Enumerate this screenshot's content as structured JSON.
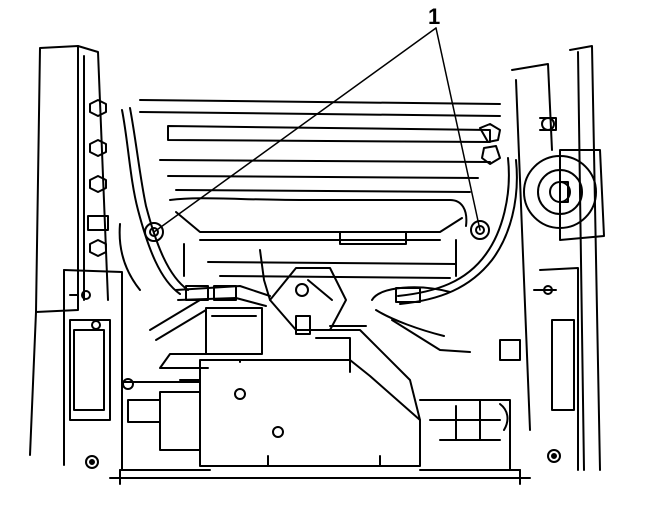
{
  "figure": {
    "callouts": [
      {
        "number": "1",
        "points_to": [
          "left-mounting-bolt",
          "right-mounting-bolt"
        ]
      }
    ]
  },
  "colors": {
    "ink": "#000000",
    "paper": "#ffffff"
  }
}
